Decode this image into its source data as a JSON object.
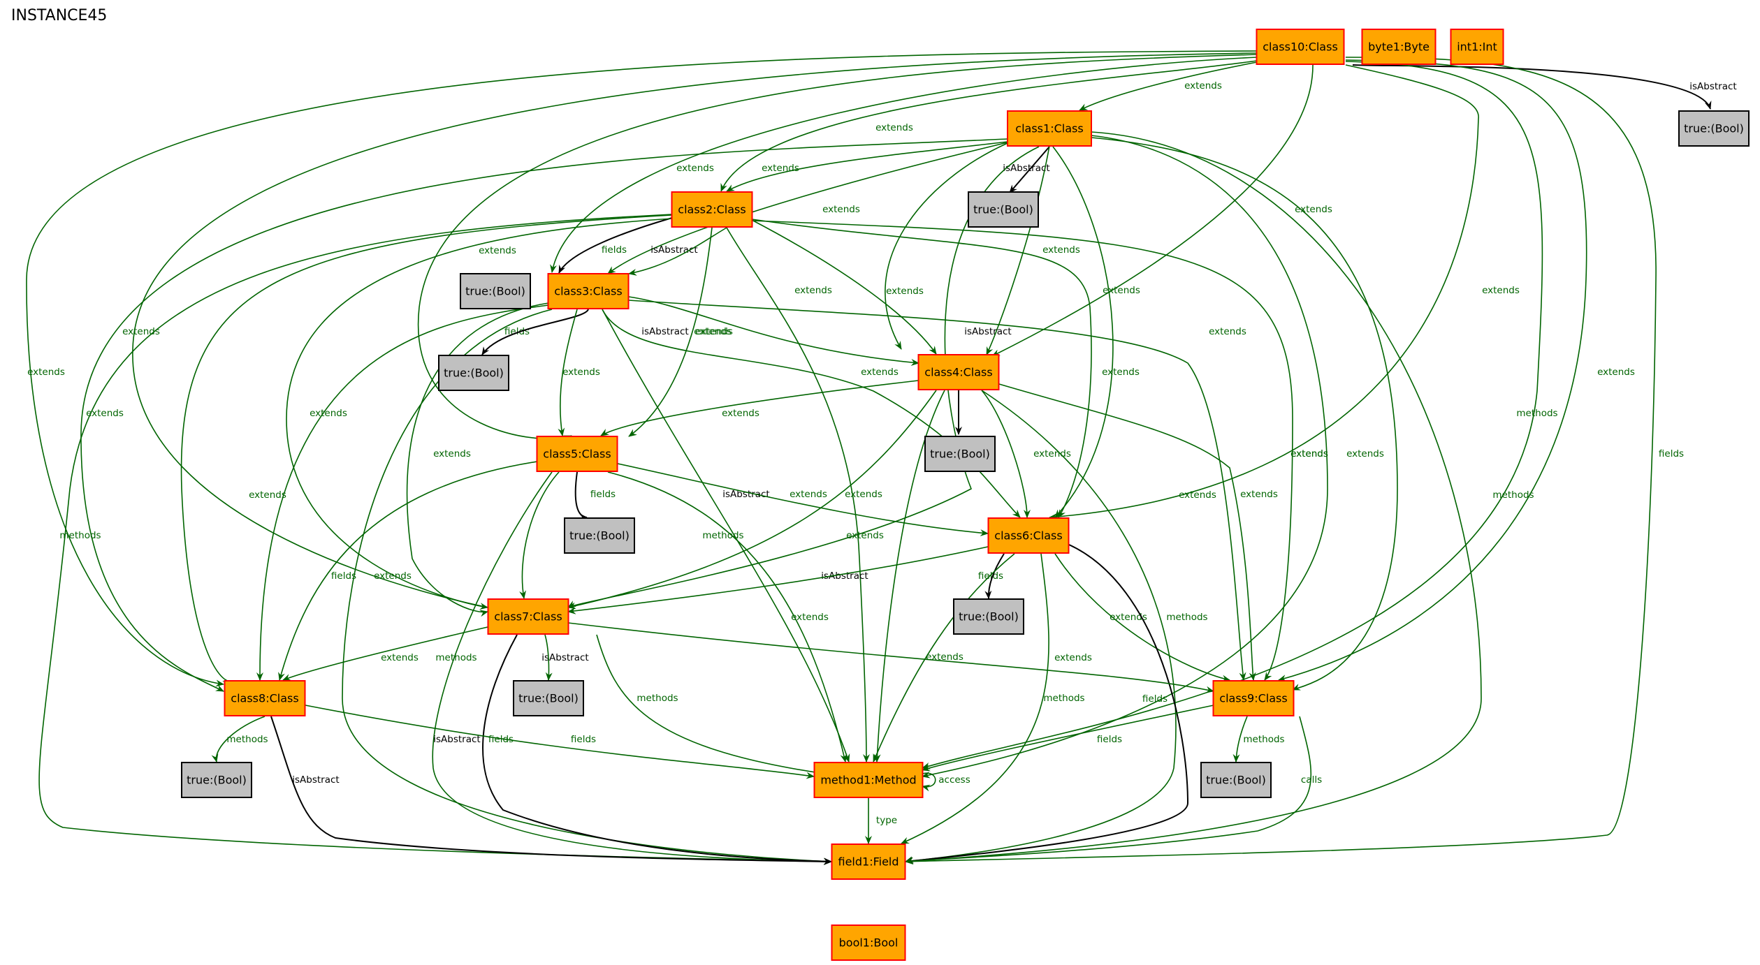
{
  "title": "INSTANCE45",
  "colors": {
    "node_fill": "#ffa500",
    "node_stroke": "#ff0000",
    "bool_fill": "#c0c0c0",
    "bool_stroke": "#000000",
    "edge_green": "#006400",
    "edge_black": "#000000",
    "label_green": "#006400"
  },
  "nodes": [
    {
      "id": "class10",
      "label": "class10:Class",
      "kind": "class"
    },
    {
      "id": "byte1",
      "label": "byte1:Byte",
      "kind": "class"
    },
    {
      "id": "int1",
      "label": "int1:Int",
      "kind": "class"
    },
    {
      "id": "class1",
      "label": "class1:Class",
      "kind": "class"
    },
    {
      "id": "class2",
      "label": "class2:Class",
      "kind": "class"
    },
    {
      "id": "class3",
      "label": "class3:Class",
      "kind": "class"
    },
    {
      "id": "class4",
      "label": "class4:Class",
      "kind": "class"
    },
    {
      "id": "class5",
      "label": "class5:Class",
      "kind": "class"
    },
    {
      "id": "class6",
      "label": "class6:Class",
      "kind": "class"
    },
    {
      "id": "class7",
      "label": "class7:Class",
      "kind": "class"
    },
    {
      "id": "class8",
      "label": "class8:Class",
      "kind": "class"
    },
    {
      "id": "class9",
      "label": "class9:Class",
      "kind": "class"
    },
    {
      "id": "method1",
      "label": "method1:Method",
      "kind": "class"
    },
    {
      "id": "field1",
      "label": "field1:Field",
      "kind": "class"
    },
    {
      "id": "bool1",
      "label": "bool1:Bool",
      "kind": "class"
    },
    {
      "id": "t10",
      "label": "true:(Bool)",
      "kind": "bool"
    },
    {
      "id": "t1",
      "label": "true:(Bool)",
      "kind": "bool"
    },
    {
      "id": "t2",
      "label": "true:(Bool)",
      "kind": "bool"
    },
    {
      "id": "t3",
      "label": "true:(Bool)",
      "kind": "bool"
    },
    {
      "id": "t4",
      "label": "true:(Bool)",
      "kind": "bool"
    },
    {
      "id": "t5",
      "label": "true:(Bool)",
      "kind": "bool"
    },
    {
      "id": "t6",
      "label": "true:(Bool)",
      "kind": "bool"
    },
    {
      "id": "t7",
      "label": "true:(Bool)",
      "kind": "bool"
    },
    {
      "id": "t8",
      "label": "true:(Bool)",
      "kind": "bool"
    },
    {
      "id": "t9",
      "label": "true:(Bool)",
      "kind": "bool"
    }
  ],
  "edges": [
    {
      "from": "class10",
      "to": "t10",
      "label": "isAbstract",
      "kind": "black"
    },
    {
      "from": "class10",
      "to": "class1",
      "label": "extends",
      "kind": "green"
    },
    {
      "from": "class10",
      "to": "class2",
      "label": "extends",
      "kind": "green"
    },
    {
      "from": "class10",
      "to": "class3",
      "label": "extends",
      "kind": "green"
    },
    {
      "from": "class10",
      "to": "class4",
      "label": "extends",
      "kind": "green"
    },
    {
      "from": "class10",
      "to": "class5",
      "label": "extends",
      "kind": "green"
    },
    {
      "from": "class10",
      "to": "class6",
      "label": "extends",
      "kind": "green"
    },
    {
      "from": "class10",
      "to": "class7",
      "label": "extends",
      "kind": "green"
    },
    {
      "from": "class10",
      "to": "class8",
      "label": "extends",
      "kind": "green"
    },
    {
      "from": "class10",
      "to": "class9",
      "label": "extends",
      "kind": "green"
    },
    {
      "from": "class10",
      "to": "method1",
      "label": "methods",
      "kind": "green"
    },
    {
      "from": "class10",
      "to": "field1",
      "label": "fields",
      "kind": "green"
    },
    {
      "from": "class1",
      "to": "t1",
      "label": "isAbstract",
      "kind": "black"
    },
    {
      "from": "class1",
      "to": "class2",
      "label": "extends",
      "kind": "green"
    },
    {
      "from": "class1",
      "to": "class3",
      "label": "extends",
      "kind": "green"
    },
    {
      "from": "class1",
      "to": "class4",
      "label": "extends",
      "kind": "green"
    },
    {
      "from": "class1",
      "to": "class5",
      "label": "extends",
      "kind": "green"
    },
    {
      "from": "class1",
      "to": "class6",
      "label": "extends",
      "kind": "green"
    },
    {
      "from": "class1",
      "to": "class7",
      "label": "extends",
      "kind": "green"
    },
    {
      "from": "class1",
      "to": "class8",
      "label": "extends",
      "kind": "green"
    },
    {
      "from": "class1",
      "to": "class9",
      "label": "extends",
      "kind": "green"
    },
    {
      "from": "class1",
      "to": "method1",
      "label": "methods",
      "kind": "green"
    },
    {
      "from": "class1",
      "to": "field1",
      "label": "fields",
      "kind": "green"
    },
    {
      "from": "class2",
      "to": "t2",
      "label": "isAbstract",
      "kind": "black"
    },
    {
      "from": "class2",
      "to": "class3",
      "label": "extends",
      "kind": "green"
    },
    {
      "from": "class2",
      "to": "class4",
      "label": "extends",
      "kind": "green"
    },
    {
      "from": "class2",
      "to": "class5",
      "label": "extends",
      "kind": "green"
    },
    {
      "from": "class2",
      "to": "class6",
      "label": "extends",
      "kind": "green"
    },
    {
      "from": "class2",
      "to": "class7",
      "label": "extends",
      "kind": "green"
    },
    {
      "from": "class2",
      "to": "class8",
      "label": "extends",
      "kind": "green"
    },
    {
      "from": "class2",
      "to": "class9",
      "label": "extends",
      "kind": "green"
    },
    {
      "from": "class2",
      "to": "method1",
      "label": "methods",
      "kind": "green"
    },
    {
      "from": "class2",
      "to": "field1",
      "label": "fields",
      "kind": "green"
    },
    {
      "from": "class3",
      "to": "t3",
      "label": "isAbstract",
      "kind": "black"
    },
    {
      "from": "class3",
      "to": "class4",
      "label": "extends",
      "kind": "green"
    },
    {
      "from": "class3",
      "to": "class5",
      "label": "extends",
      "kind": "green"
    },
    {
      "from": "class3",
      "to": "class6",
      "label": "extends",
      "kind": "green"
    },
    {
      "from": "class3",
      "to": "class7",
      "label": "extends",
      "kind": "green"
    },
    {
      "from": "class3",
      "to": "class8",
      "label": "extends",
      "kind": "green"
    },
    {
      "from": "class3",
      "to": "class9",
      "label": "extends",
      "kind": "green"
    },
    {
      "from": "class3",
      "to": "method1",
      "label": "methods",
      "kind": "green"
    },
    {
      "from": "class3",
      "to": "field1",
      "label": "fields",
      "kind": "green"
    },
    {
      "from": "class4",
      "to": "t4",
      "label": "isAbstract",
      "kind": "black"
    },
    {
      "from": "class4",
      "to": "class5",
      "label": "extends",
      "kind": "green"
    },
    {
      "from": "class4",
      "to": "class6",
      "label": "extends",
      "kind": "green"
    },
    {
      "from": "class4",
      "to": "class7",
      "label": "extends",
      "kind": "green"
    },
    {
      "from": "class4",
      "to": "class9",
      "label": "extends",
      "kind": "green"
    },
    {
      "from": "class4",
      "to": "method1",
      "label": "methods",
      "kind": "green"
    },
    {
      "from": "class4",
      "to": "field1",
      "label": "fields",
      "kind": "green"
    },
    {
      "from": "class5",
      "to": "t5",
      "label": "isAbstract",
      "kind": "black"
    },
    {
      "from": "class5",
      "to": "class6",
      "label": "extends",
      "kind": "green"
    },
    {
      "from": "class5",
      "to": "class7",
      "label": "extends",
      "kind": "green"
    },
    {
      "from": "class5",
      "to": "class8",
      "label": "extends",
      "kind": "green"
    },
    {
      "from": "class5",
      "to": "method1",
      "label": "methods",
      "kind": "green"
    },
    {
      "from": "class5",
      "to": "field1",
      "label": "fields",
      "kind": "green"
    },
    {
      "from": "class6",
      "to": "t6",
      "label": "isAbstract",
      "kind": "black"
    },
    {
      "from": "class6",
      "to": "class7",
      "label": "extends",
      "kind": "green"
    },
    {
      "from": "class6",
      "to": "class9",
      "label": "extends",
      "kind": "green"
    },
    {
      "from": "class6",
      "to": "method1",
      "label": "methods",
      "kind": "green"
    },
    {
      "from": "class6",
      "to": "field1",
      "label": "fields",
      "kind": "green"
    },
    {
      "from": "class7",
      "to": "t7",
      "label": "isAbstract",
      "kind": "black"
    },
    {
      "from": "class7",
      "to": "class8",
      "label": "extends",
      "kind": "green"
    },
    {
      "from": "class7",
      "to": "class9",
      "label": "extends",
      "kind": "green"
    },
    {
      "from": "class7",
      "to": "method1",
      "label": "methods",
      "kind": "green"
    },
    {
      "from": "class7",
      "to": "field1",
      "label": "fields",
      "kind": "green"
    },
    {
      "from": "class8",
      "to": "t8",
      "label": "isAbstract",
      "kind": "black"
    },
    {
      "from": "class8",
      "to": "method1",
      "label": "methods",
      "kind": "green"
    },
    {
      "from": "class8",
      "to": "field1",
      "label": "fields",
      "kind": "green"
    },
    {
      "from": "class9",
      "to": "t9",
      "label": "isAbstract",
      "kind": "black"
    },
    {
      "from": "class9",
      "to": "method1",
      "label": "methods",
      "kind": "green"
    },
    {
      "from": "class9",
      "to": "field1",
      "label": "fields",
      "kind": "green"
    },
    {
      "from": "method1",
      "to": "method1",
      "label": "calls",
      "kind": "green"
    },
    {
      "from": "method1",
      "to": "field1",
      "label": "access",
      "kind": "green"
    },
    {
      "from": "field1",
      "to": "bool1",
      "label": "type",
      "kind": "green"
    }
  ]
}
